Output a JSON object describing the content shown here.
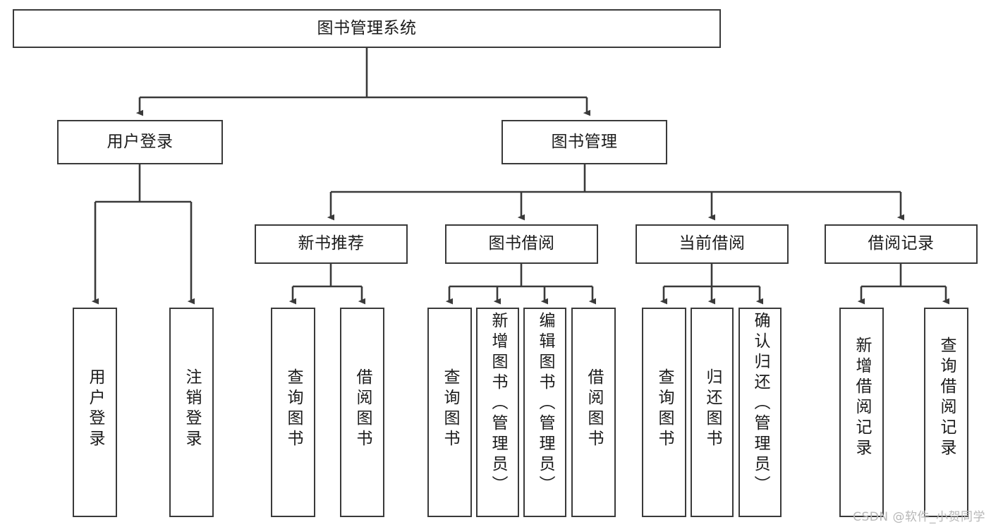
{
  "diagram": {
    "title": "图书管理系统",
    "type": "功能结构图",
    "colors": {
      "box_border": "#3a3a3a",
      "box_fill": "#ffffff",
      "connector": "#3a3a3a",
      "text": "#1b1b1b",
      "watermark": "#b7b7b7",
      "background": "#ffffff"
    },
    "watermark": "CSDN @软件_小贺同学",
    "nodes": {
      "root": {
        "label": "图书管理系统",
        "orientation": "horizontal"
      },
      "level2": [
        {
          "id": "user-login",
          "label": "用户登录",
          "orientation": "horizontal"
        },
        {
          "id": "book-manage",
          "label": "图书管理",
          "orientation": "horizontal"
        }
      ],
      "level3": [
        {
          "id": "new-book-recommend",
          "label": "新书推荐",
          "orientation": "horizontal",
          "parent": "book-manage"
        },
        {
          "id": "book-borrow",
          "label": "图书借阅",
          "orientation": "horizontal",
          "parent": "book-manage"
        },
        {
          "id": "current-borrow",
          "label": "当前借阅",
          "orientation": "horizontal",
          "parent": "book-manage"
        },
        {
          "id": "borrow-record",
          "label": "借阅记录",
          "orientation": "horizontal",
          "parent": "book-manage"
        }
      ],
      "leaves": [
        {
          "id": "leaf-user-login",
          "label": "用户登录",
          "parent": "user-login",
          "orientation": "vertical"
        },
        {
          "id": "leaf-user-logout",
          "label": "注销登录",
          "parent": "user-login",
          "orientation": "vertical"
        },
        {
          "id": "leaf-query-book-1",
          "label": "查询图书",
          "parent": "new-book-recommend",
          "orientation": "vertical"
        },
        {
          "id": "leaf-borrow-book-1",
          "label": "借阅图书",
          "parent": "new-book-recommend",
          "orientation": "vertical"
        },
        {
          "id": "leaf-query-book-2",
          "label": "查询图书",
          "parent": "book-borrow",
          "orientation": "vertical"
        },
        {
          "id": "leaf-add-book",
          "label": "新增图书（管理员）",
          "parent": "book-borrow",
          "orientation": "vertical"
        },
        {
          "id": "leaf-edit-book",
          "label": "编辑图书（管理员）",
          "parent": "book-borrow",
          "orientation": "vertical"
        },
        {
          "id": "leaf-borrow-book-2",
          "label": "借阅图书",
          "parent": "book-borrow",
          "orientation": "vertical"
        },
        {
          "id": "leaf-query-book-3",
          "label": "查询图书",
          "parent": "current-borrow",
          "orientation": "vertical"
        },
        {
          "id": "leaf-return-book",
          "label": "归还图书",
          "parent": "current-borrow",
          "orientation": "vertical"
        },
        {
          "id": "leaf-confirm-return",
          "label": "确认归还（管理员）",
          "parent": "current-borrow",
          "orientation": "vertical"
        },
        {
          "id": "leaf-add-record",
          "label": "新增借阅记录",
          "parent": "borrow-record",
          "orientation": "vertical"
        },
        {
          "id": "leaf-query-record",
          "label": "查询借阅记录",
          "parent": "borrow-record",
          "orientation": "vertical"
        }
      ]
    }
  }
}
